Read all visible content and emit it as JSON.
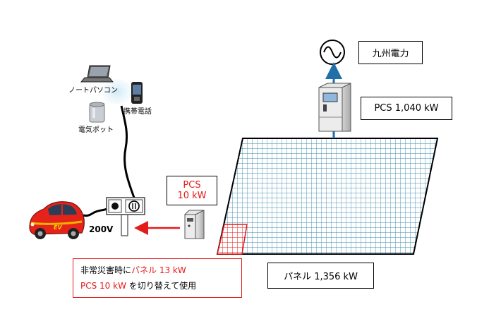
{
  "utility": {
    "label": "九州電力"
  },
  "pcs_main": {
    "label": "PCS 1,040 kW"
  },
  "pcs_small": {
    "line1": "PCS",
    "line2": "10 kW"
  },
  "panel": {
    "label": "パネル 1,356 kW"
  },
  "voltage": {
    "label": "200V"
  },
  "car": {
    "badge": "EV"
  },
  "devices": {
    "laptop": "ノートパソコン",
    "phone": "携帯電話",
    "pot": "電気ポット"
  },
  "note": {
    "line1_a": "非常災害時に",
    "line1_b": "パネル 13 kW",
    "line2_a": "PCS 10 kW",
    "line2_b": "を切り替えて使用"
  },
  "colors": {
    "accent_red": "#e31b1b",
    "grid_blue": "#2e7d9e",
    "arrow_blue": "#1f6fa8"
  }
}
